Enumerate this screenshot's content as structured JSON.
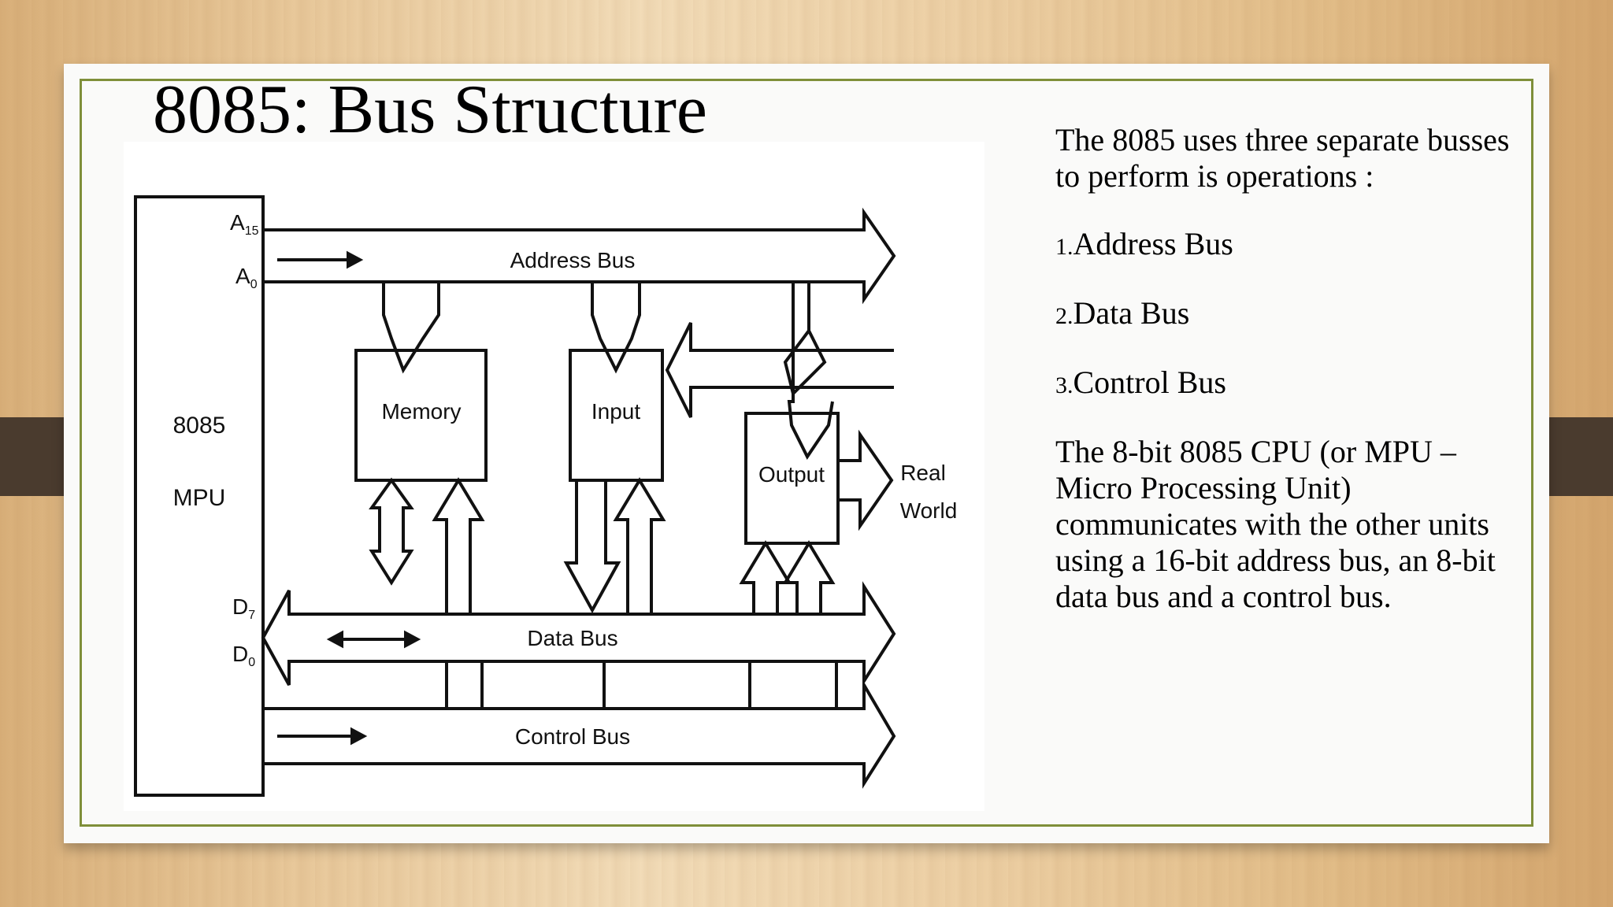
{
  "slide": {
    "title": "8085: Bus Structure",
    "intro": "The 8085 uses three separate busses to perform is operations :",
    "list": [
      {
        "num": "1.",
        "label": "Address Bus"
      },
      {
        "num": "2.",
        "label": "Data Bus"
      },
      {
        "num": "3.",
        "label": "Control Bus"
      }
    ],
    "description": "The 8-bit 8085 CPU (or MPU – Micro Processing Unit) communicates with the other units using a 16-bit address bus, an 8-bit data bus and a control bus."
  },
  "diagram": {
    "mpu_label_1": "8085",
    "mpu_label_2": "MPU",
    "pin_a15": "A",
    "pin_a15_sub": "15",
    "pin_a0": "A",
    "pin_a0_sub": "0",
    "pin_d7": "D",
    "pin_d7_sub": "7",
    "pin_d0": "D",
    "pin_d0_sub": "0",
    "address_bus": "Address Bus",
    "data_bus": "Data Bus",
    "control_bus": "Control Bus",
    "memory": "Memory",
    "input": "Input",
    "output": "Output",
    "real": "Real",
    "world": "World"
  },
  "colors": {
    "frame": "#7f8f3a",
    "clip": "#4a3b2e"
  }
}
